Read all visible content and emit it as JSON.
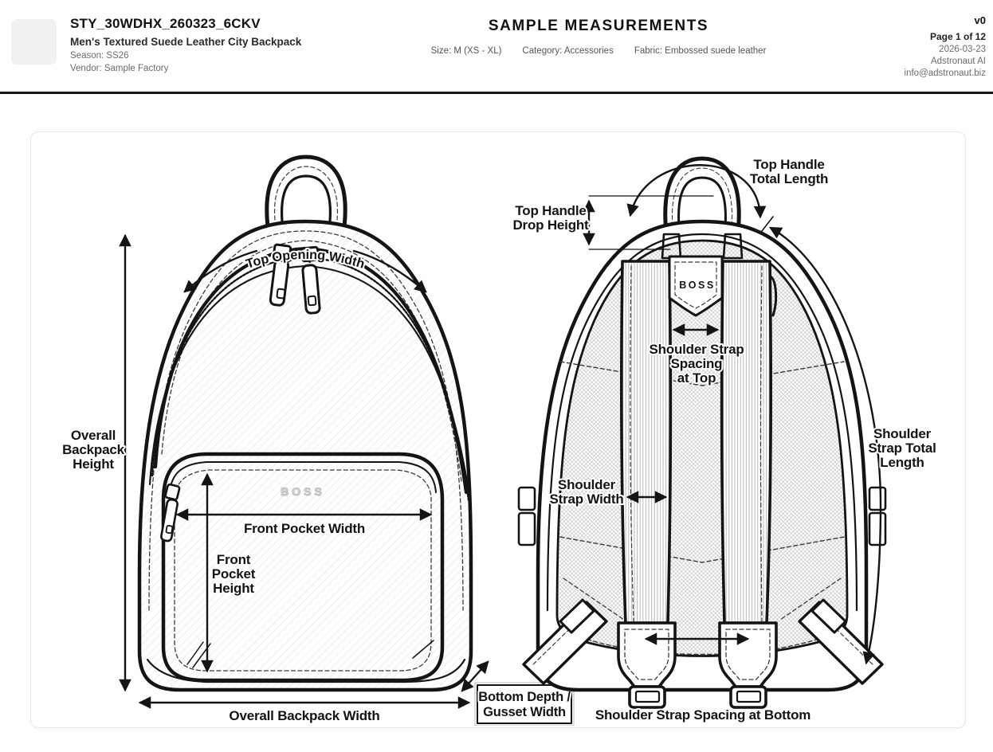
{
  "colors": {
    "ink": "#141414",
    "muted": "#6b6b6b",
    "card_border": "#e6e6e6",
    "logo_bg": "#f1f1f1"
  },
  "header": {
    "style_code": "STY_30WDHX_260323_6CKV",
    "product_name": "Men's Textured Suede Leather City Backpack",
    "season": "Season: SS26",
    "vendor": "Vendor: Sample Factory",
    "title": "SAMPLE MEASUREMENTS",
    "size": "Size: M (XS - XL)",
    "category": "Category: Accessories",
    "fabric": "Fabric: Embossed suede leather",
    "version": "v0",
    "page": "Page 1 of 12",
    "date": "2026-03-23",
    "company": "Adstronaut AI",
    "email": "info@adstronaut.biz"
  },
  "front_view": {
    "brand": "BOSS",
    "labels": {
      "top_opening_width": "Top Opening Width",
      "overall_height": [
        "Overall",
        "Backpack",
        "Height"
      ],
      "front_pocket_width": "Front Pocket Width",
      "front_pocket_height": [
        "Front",
        "Pocket",
        "Height"
      ],
      "overall_width": "Overall Backpack Width",
      "bottom_depth_box": [
        "Bottom Depth /",
        "Gusset Width"
      ]
    }
  },
  "back_view": {
    "brand": "BOSS",
    "labels": {
      "top_handle_total": [
        "Top Handle",
        "Total Length"
      ],
      "top_handle_drop": [
        "Top Handle",
        "Drop Height"
      ],
      "strap_spacing_top": [
        "Shoulder Strap",
        "Spacing",
        "at Top"
      ],
      "strap_width": [
        "Shoulder",
        "Strap Width"
      ],
      "strap_total_length": [
        "Shoulder",
        "Strap Total",
        "Length"
      ],
      "strap_spacing_bottom": "Shoulder Strap Spacing at Bottom"
    }
  }
}
